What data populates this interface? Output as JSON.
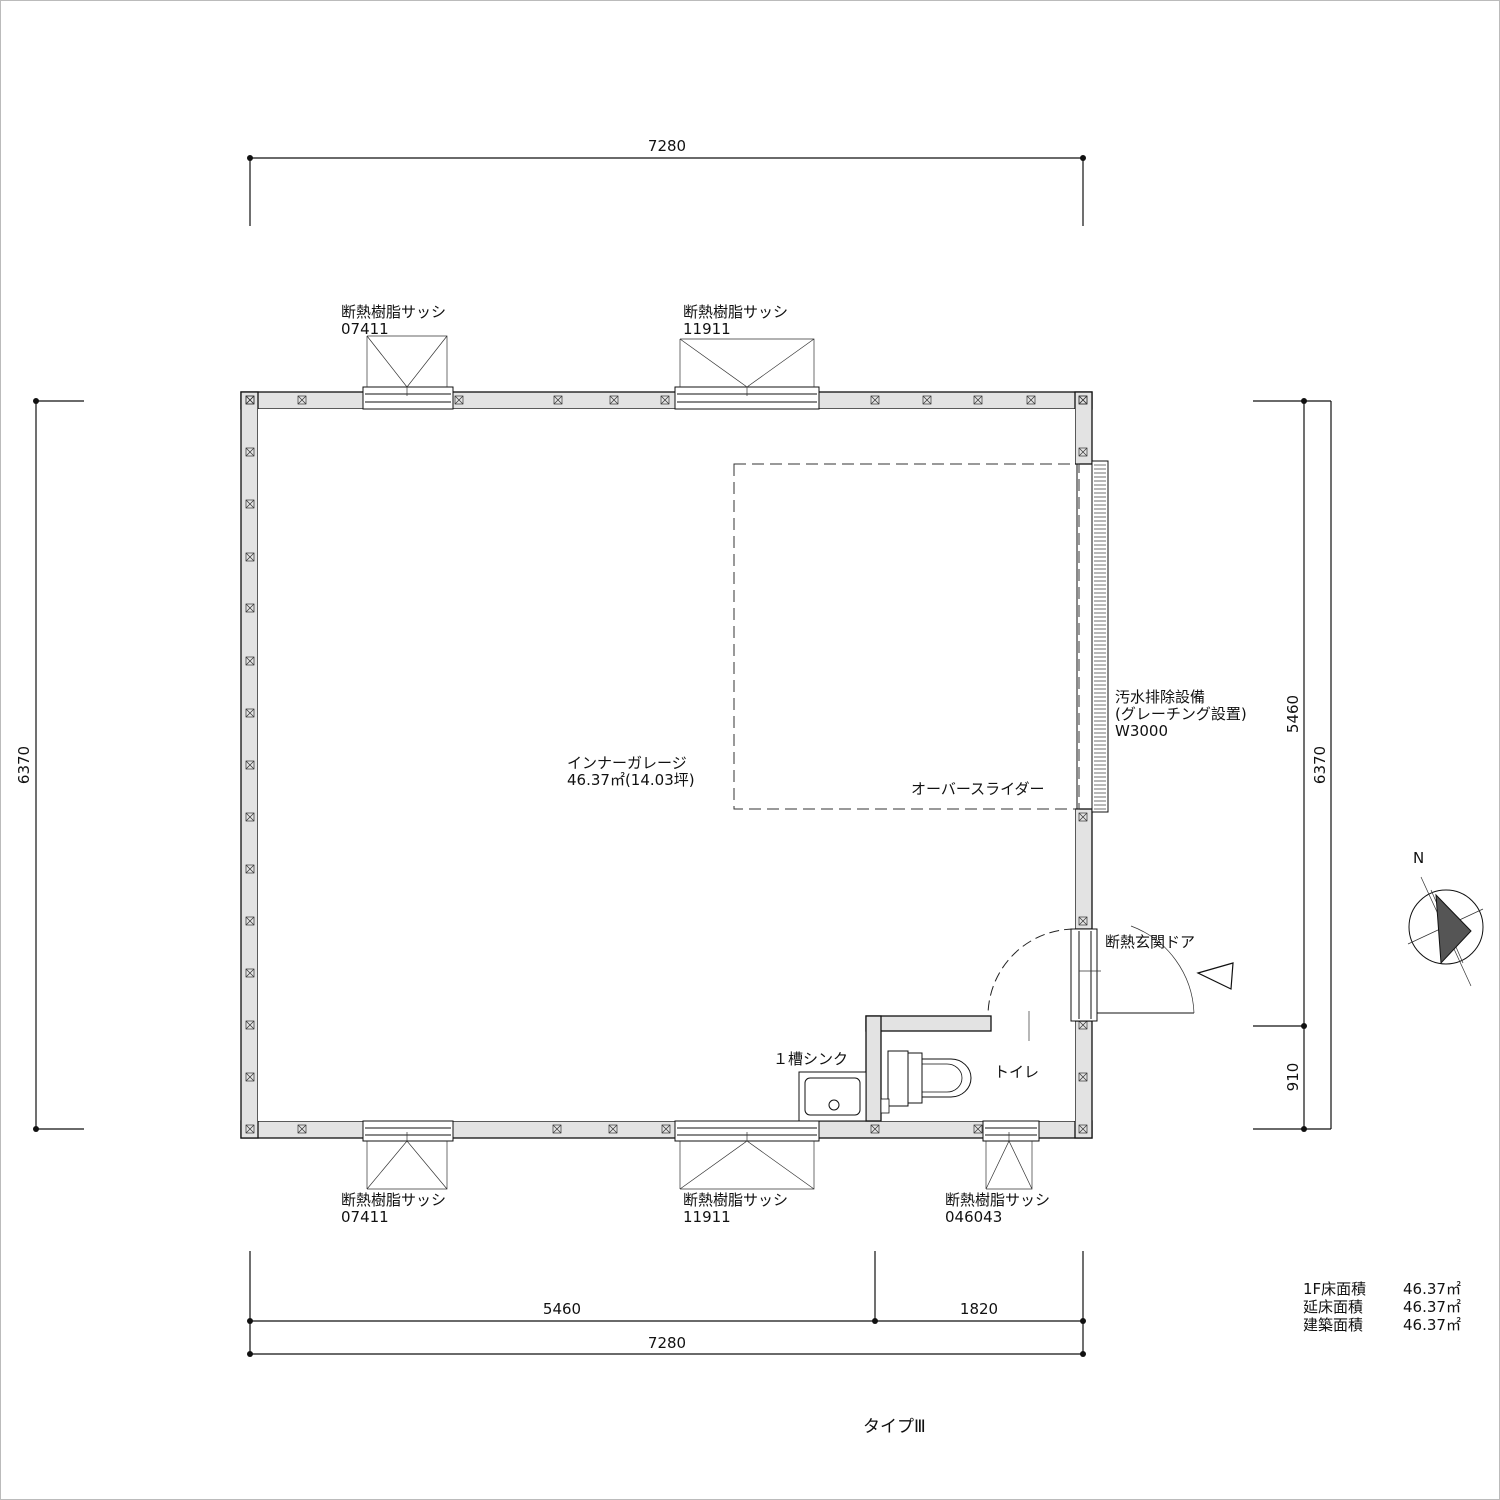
{
  "title": "タイプⅢ",
  "dimensions": {
    "top_width": "7280",
    "bottom_segment_left": "5460",
    "bottom_segment_right": "1820",
    "bottom_width": "7280",
    "left_height": "6370",
    "right_upper": "5460",
    "right_lower": "910",
    "right_total": "6370"
  },
  "windows": {
    "top_left": {
      "label": "断熱樹脂サッシ",
      "code": "07411"
    },
    "top_center": {
      "label": "断熱樹脂サッシ",
      "code": "11911"
    },
    "bottom_left": {
      "label": "断熱樹脂サッシ",
      "code": "07411"
    },
    "bottom_center": {
      "label": "断熱樹脂サッシ",
      "code": "11911"
    },
    "bottom_right": {
      "label": "断熱樹脂サッシ",
      "code": "046043"
    }
  },
  "rooms": {
    "garage_name": "インナーガレージ",
    "garage_area": "46.37㎡(14.03坪)",
    "toilet": "トイレ",
    "sink": "１槽シンク"
  },
  "fixtures": {
    "overslider": "オーバースライダー",
    "drain_line1": "汚水排除設備",
    "drain_line2": "(グレーチング設置)",
    "drain_line3": "W3000",
    "door": "断熱玄関ドア"
  },
  "compass": {
    "north": "N"
  },
  "area_table": [
    {
      "label": "1F床面積",
      "value": "46.37㎡"
    },
    {
      "label": "延床面積",
      "value": "46.37㎡"
    },
    {
      "label": "建築面積",
      "value": "46.37㎡"
    }
  ]
}
